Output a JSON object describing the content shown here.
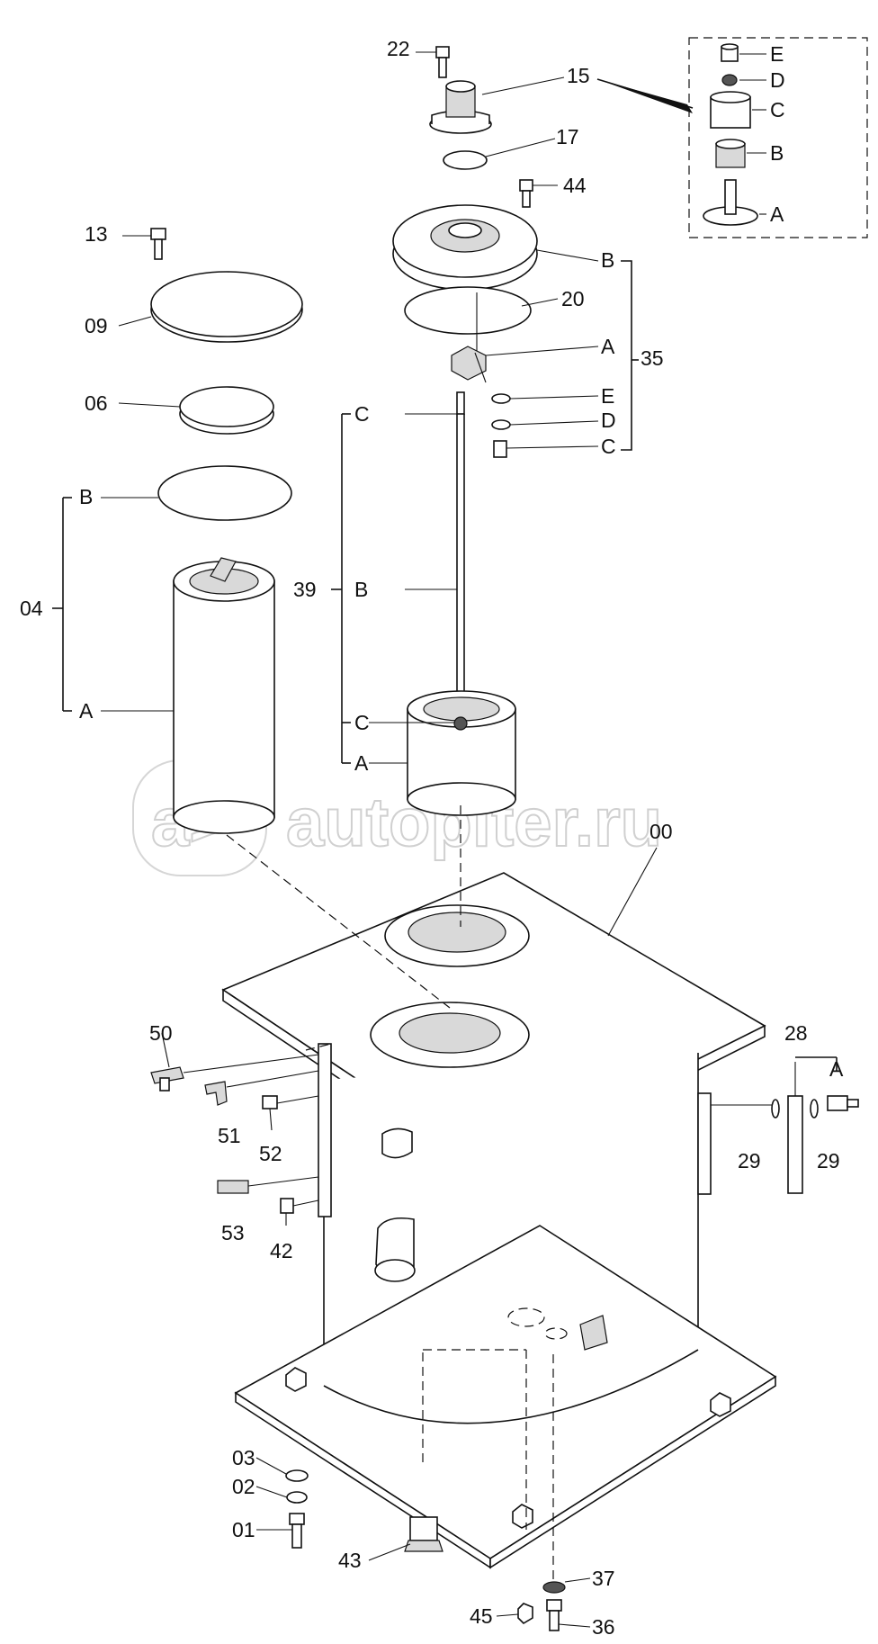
{
  "labels": {
    "p22": "22",
    "p15": "15",
    "p17": "17",
    "p44": "44",
    "p13": "13",
    "p09": "09",
    "p06": "06",
    "p04": "04",
    "p04b": "B",
    "p04a": "A",
    "p35": "35",
    "p35b": "B",
    "p35a": "A",
    "p35e": "E",
    "p35d": "D",
    "p35c": "C",
    "p20": "20",
    "p39": "39",
    "p39c_top": "C",
    "p39b": "B",
    "p39c_bot": "C",
    "p39a": "A",
    "p00": "00",
    "p50": "50",
    "p51": "51",
    "p52": "52",
    "p53": "53",
    "p42": "42",
    "p28": "28",
    "p28a": "A",
    "p29l": "29",
    "p29r": "29",
    "p03": "03",
    "p02": "02",
    "p01": "01",
    "p43": "43",
    "p37": "37",
    "p45": "45",
    "p36": "36",
    "d15e": "E",
    "d15d": "D",
    "d15c": "C",
    "d15b": "B",
    "d15a": "A"
  },
  "watermark": "autopiter.ru"
}
